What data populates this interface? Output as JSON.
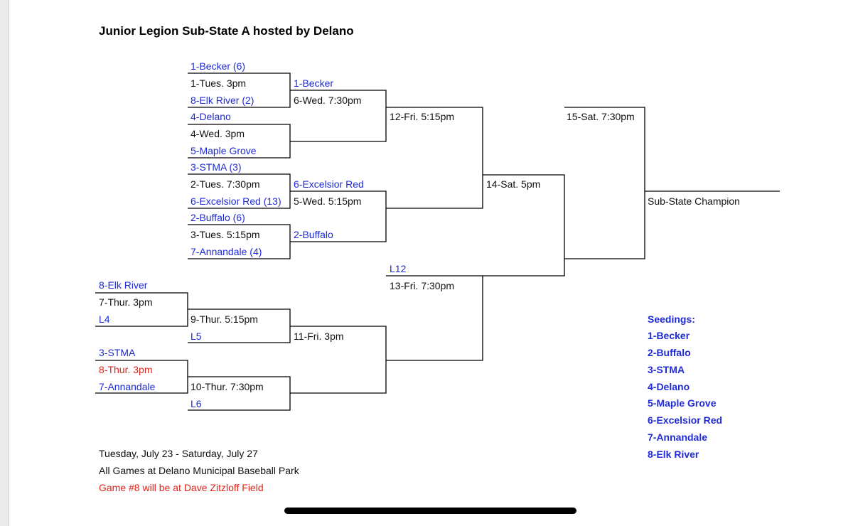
{
  "title": "Junior Legion Sub-State A hosted by Delano",
  "round1": {
    "g1": {
      "top": "1-Becker (6)",
      "game": "1-Tues. 3pm",
      "bottom": "8-Elk River (2)"
    },
    "g4": {
      "top": "4-Delano",
      "game": "4-Wed. 3pm",
      "bottom": "5-Maple Grove"
    },
    "g2": {
      "top": "3-STMA (3)",
      "game": "2-Tues. 7:30pm",
      "bottom": "6-Excelsior Red (13)"
    },
    "g3": {
      "top": "2-Buffalo (6)",
      "game": "3-Tues. 5:15pm",
      "bottom": "7-Annandale (4)"
    }
  },
  "round2": {
    "g6": {
      "top": "1-Becker",
      "game": "6-Wed. 7:30pm"
    },
    "g5": {
      "top": "6-Excelsior Red",
      "game": "5-Wed. 5:15pm",
      "bottom": "2-Buffalo"
    }
  },
  "winners": {
    "g12": "12-Fri. 5:15pm",
    "g14": "14-Sat. 5pm",
    "g15": "15-Sat. 7:30pm",
    "champion": "Sub-State Champion"
  },
  "elimination": {
    "g7": {
      "top": "8-Elk River",
      "game": "7-Thur. 3pm",
      "bottom": "L4"
    },
    "g9": {
      "game": "9-Thur. 5:15pm",
      "bottom": "L5"
    },
    "g8": {
      "top": "3-STMA",
      "game": "8-Thur. 3pm",
      "bottom": "7-Annandale"
    },
    "g10": {
      "game": "10-Thur. 7:30pm",
      "bottom": "L6"
    },
    "g11": {
      "game": "11-Fri. 3pm"
    },
    "g13": {
      "top": "L12",
      "game": "13-Fri. 7:30pm"
    }
  },
  "seedings": {
    "heading": "Seedings:",
    "items": [
      "1-Becker",
      "2-Buffalo",
      "3-STMA",
      "4-Delano",
      "5-Maple Grove",
      "6-Excelsior Red",
      "7-Annandale",
      "8-Elk River"
    ]
  },
  "footer": {
    "dates": "Tuesday, July 23 - Saturday, July 27",
    "location": "All Games at Delano Municipal Baseball Park",
    "note": "Game #8 will be at Dave Zitzloff Field"
  },
  "colors": {
    "team": "#1f2bd6",
    "text": "#111111",
    "alert": "#e0241b"
  }
}
